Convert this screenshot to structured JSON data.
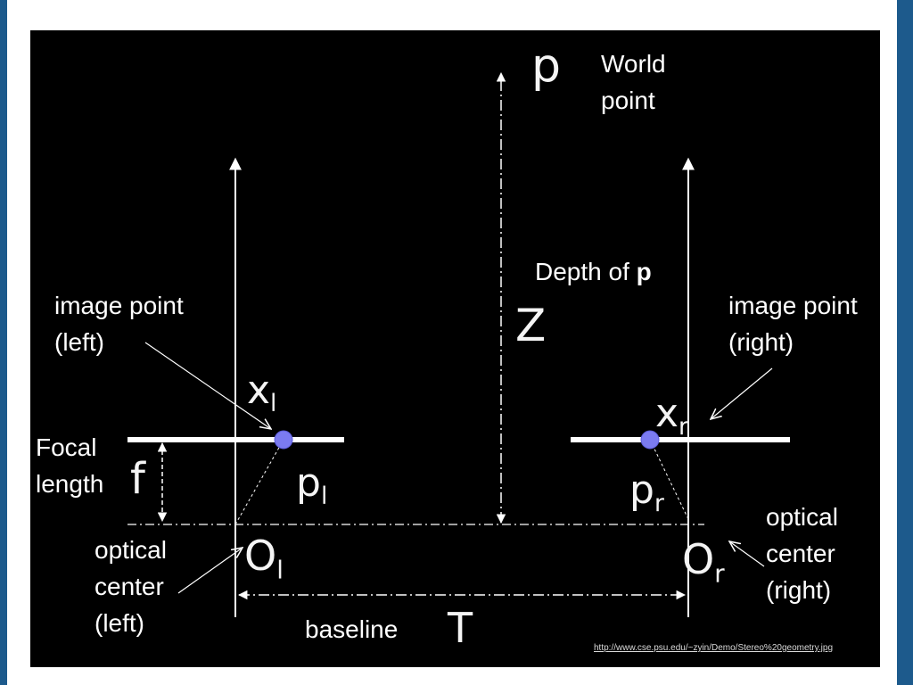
{
  "diagram": {
    "labels": {
      "world_point": "World\npoint",
      "depth_prefix": "Depth of ",
      "depth_symbol": "p",
      "image_point_left": "image point\n(left)",
      "image_point_right": "image point\n(right)",
      "focal_length": "Focal\nlength",
      "optical_center_left": "optical\ncenter\n(left)",
      "optical_center_right": "optical\ncenter\n(right)",
      "baseline": "baseline"
    },
    "symbols": {
      "p": "p",
      "Z": "Z",
      "f": "f",
      "T": "T",
      "x_l_main": "x",
      "x_l_sub": "l",
      "x_r_main": "x",
      "x_r_sub": "r",
      "p_l_main": "p",
      "p_l_sub": "l",
      "p_r_main": "p",
      "p_r_sub": "r",
      "O_l_main": "O",
      "O_l_sub": "l",
      "O_r_main": "O",
      "O_r_sub": "r"
    },
    "source_url": "http://www.cse.psu.edu/~zyin/Demo/Stereo%20geometry.jpg",
    "colors": {
      "background": "#000000",
      "lines": "#ffffff",
      "image_points": "#7b7bf0",
      "frame_bars": "#1d5a8c"
    }
  }
}
